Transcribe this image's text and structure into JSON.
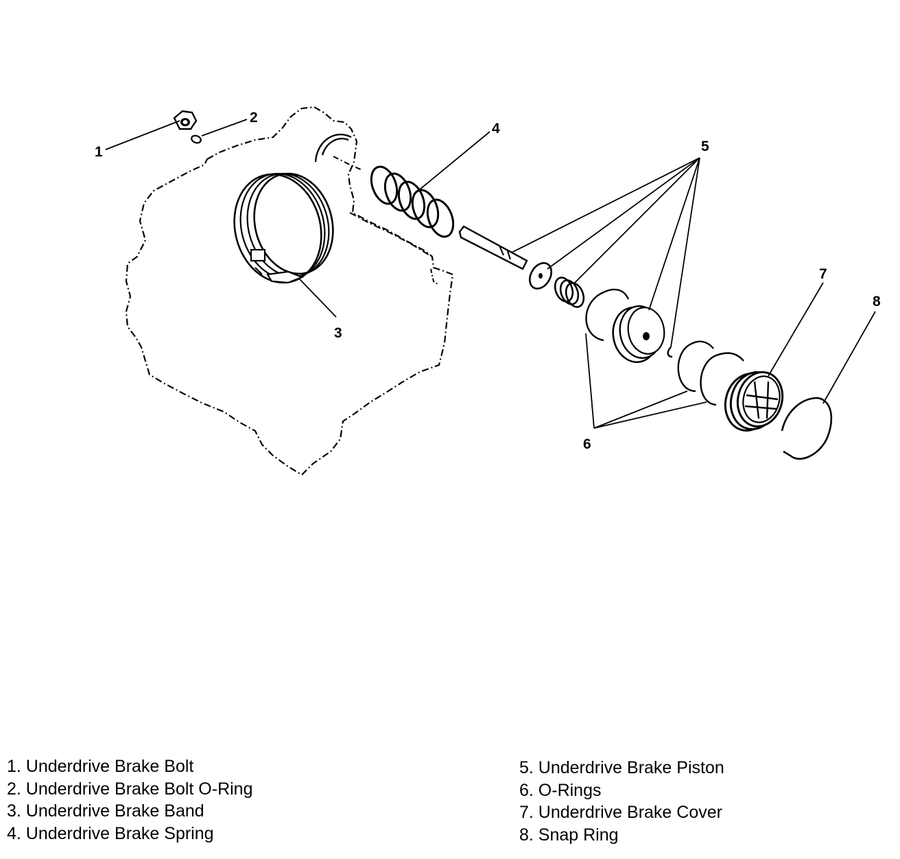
{
  "callouts": {
    "c1": "1",
    "c2": "2",
    "c3": "3",
    "c4": "4",
    "c5": "5",
    "c6": "6",
    "c7": "7",
    "c8": "8"
  },
  "legend": {
    "left": [
      "1. Underdrive Brake Bolt",
      "2. Underdrive Brake Bolt O-Ring",
      "3. Underdrive Brake Band",
      "4. Underdrive Brake Spring"
    ],
    "right": [
      "5. Underdrive Brake Piston",
      "6. O-Rings",
      "7. Underdrive Brake Cover",
      "8. Snap Ring"
    ]
  }
}
